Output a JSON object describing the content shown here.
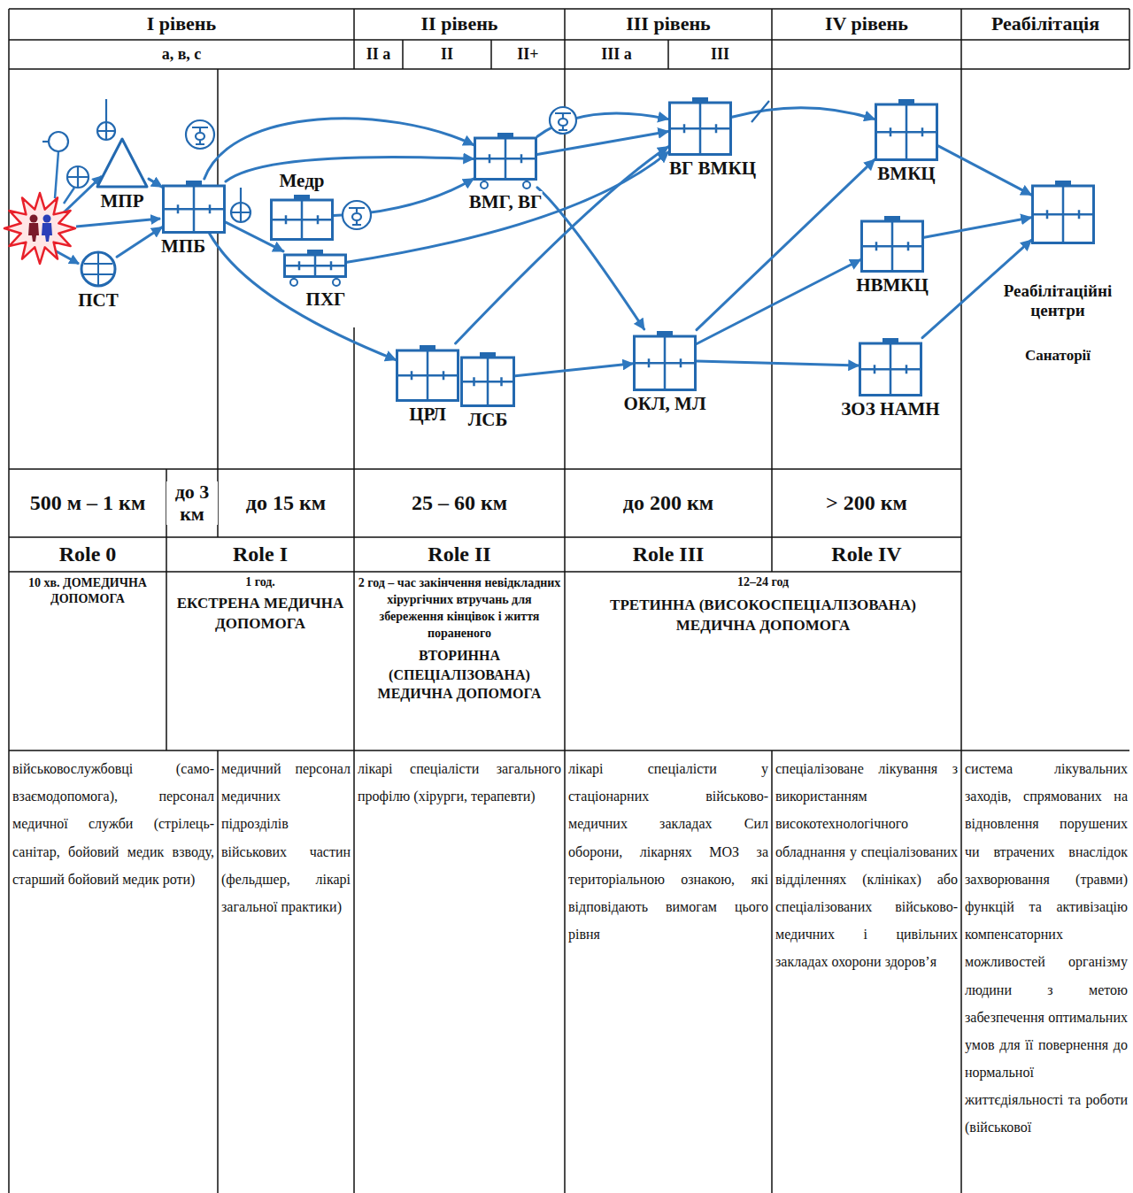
{
  "diagram": {
    "nodes": [
      {
        "text": [
          "МПР"
        ]
      },
      {
        "text": [
          "ПСТ"
        ]
      },
      {
        "text": [
          "МПБ"
        ]
      },
      {
        "text": [
          "Медр"
        ]
      },
      {
        "text": [
          "ПХГ"
        ]
      },
      {
        "text": [
          "ВМГ, ВГ"
        ]
      },
      {
        "text": [
          "ЦРЛ"
        ]
      },
      {
        "text": [
          "ЛСБ"
        ]
      },
      {
        "text": [
          "ВГ ВМКЦ"
        ]
      },
      {
        "text": [
          "ОКЛ, МЛ"
        ]
      },
      {
        "text": [
          "ВМКЦ"
        ]
      },
      {
        "text": [
          "НВМКЦ"
        ]
      },
      {
        "text": [
          "ЗОЗ НАМН"
        ]
      },
      {
        "text": [
          "Реабілітаційні центри",
          "Санаторії"
        ]
      }
    ],
    "edges": [
      {
        "from": 0,
        "to": 2,
        "arrow": "to"
      },
      {
        "from": 1,
        "to": 2,
        "arrow": "to"
      },
      {
        "from": 2,
        "to": 4,
        "arrow": "to"
      },
      {
        "from": 2,
        "to": 5,
        "arrow": "to"
      },
      {
        "from": 3,
        "to": 5,
        "arrow": "to"
      },
      {
        "from": 2,
        "to": 5,
        "arrow": "to"
      },
      {
        "from": 4,
        "to": 8,
        "arrow": "to"
      },
      {
        "from": 2,
        "to": 6,
        "arrow": "to"
      },
      {
        "from": 6,
        "to": 8,
        "arrow": "to"
      },
      {
        "from": 7,
        "to": 9,
        "arrow": "to"
      },
      {
        "from": 5,
        "to": 9,
        "arrow": "to"
      },
      {
        "from": 5,
        "to": 8,
        "arrow": "to"
      },
      {
        "from": 5,
        "to": 8,
        "arrow": "to"
      },
      {
        "from": 8,
        "to": 10,
        "arrow": "to"
      },
      {
        "from": 9,
        "to": 10,
        "arrow": "to"
      },
      {
        "from": 9,
        "to": 11,
        "arrow": "to"
      },
      {
        "from": 9,
        "to": 12,
        "arrow": "to"
      },
      {
        "from": 10,
        "to": 13,
        "arrow": "to"
      },
      {
        "from": 11,
        "to": 13,
        "arrow": "to"
      },
      {
        "from": 12,
        "to": 13,
        "arrow": "to"
      }
    ],
    "labels": [
      "I рівень",
      "II рівень",
      "III рівень",
      "IV рівень",
      "Реабілітація",
      "а, в, с",
      "II а",
      "II",
      "II+",
      "III а",
      "III",
      "500 м – 1 км",
      "до 3 км",
      "до 15 км",
      "25 – 60 км",
      "до 200 км",
      "> 200 км",
      "Role 0",
      "Role I",
      "Role II",
      "Role III",
      "Role IV",
      "10 хв. ДОМЕДИЧНА ДОПОМОГА",
      "1 год.",
      "ЕКСТРЕНА МЕДИЧНА ДОПОМОГА",
      "2 год – час закінчення невідкладних хірургічних втручань для збереження кінцівок і життя пораненого",
      "ВТОРИННА (СПЕЦІАЛІЗОВАНА) МЕДИЧНА ДОПОМОГА",
      "12–24 год",
      "ТРЕТИННА (ВИСОКОСПЕЦІАЛІЗОВАНА) МЕДИЧНА ДОПОМОГА",
      "військовослужбовці (само-взаємодопомога), персонал медичної служби (стрілець-санітар, бойовий медик взводу, старший бойовий медик роти)",
      "медичний персонал медичних підрозділів військових частин (фельдшер, лікарі загальної практики)",
      "лікарі спеціалісти загального профілю (хірурги, терапевти)",
      "лікарі спеціалісти у стаціонарних військово-медичних закладах Сил оборони, лікарнях МОЗ за територіальною ознакою, які відповідають вимогам цього рівня",
      "спеціалізоване лікування з використанням високотехнологічного обладнання у спеціалізованих відділеннях (клініках) або спеціалізованих військово-медичних і цивільних закладах охорони здоров’я",
      "система лікувальних заходів, спрямованих на відновлення порушених чи втрачених внаслідок захворювання (травми) функцій та активізацію компенсаторних можливостей організму людини з метою забезпечення оптимальних умов для її повернення до нормальної життєдіяльності та роботи (військової"
    ]
  }
}
